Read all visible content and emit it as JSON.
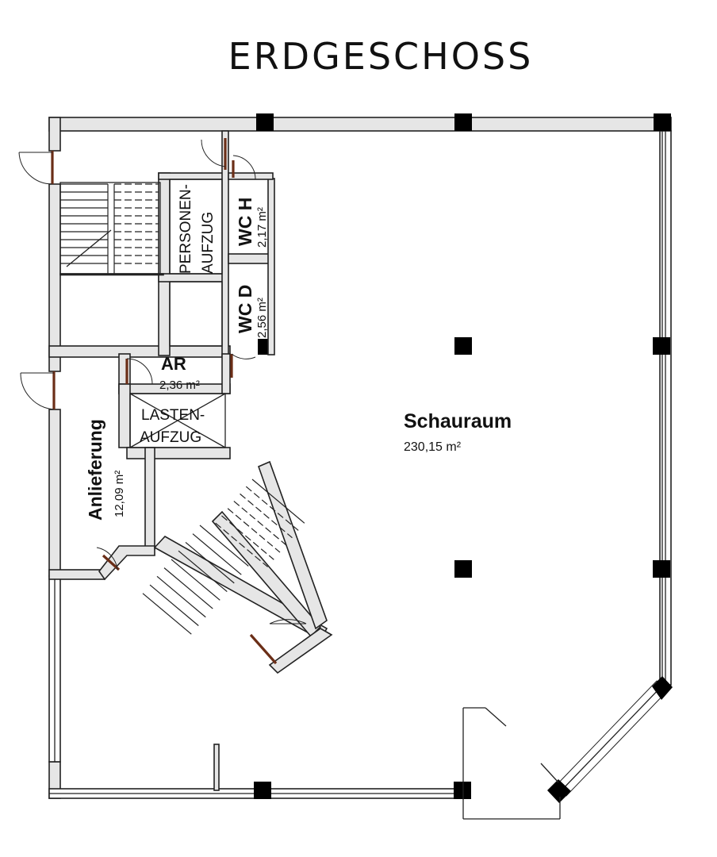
{
  "plan": {
    "title": "ERDGESCHOSS",
    "rooms": {
      "schauraum": {
        "name": "Schauraum",
        "area": "230,15 m²"
      },
      "anlieferung": {
        "name": "Anlieferung",
        "area": "12,09 m²"
      },
      "ar": {
        "name": "AR",
        "area": "2,36 m²"
      },
      "wc_h": {
        "name": "WC H",
        "area": "2,17 m²"
      },
      "wc_d": {
        "name": "WC D",
        "area": "2,56 m²"
      }
    },
    "lifts": {
      "personen_line1": "PERSONEN-",
      "personen_line2": "AUFZUG",
      "lasten_line1": "LASTEN-",
      "lasten_line2": "AUFZUG"
    }
  }
}
